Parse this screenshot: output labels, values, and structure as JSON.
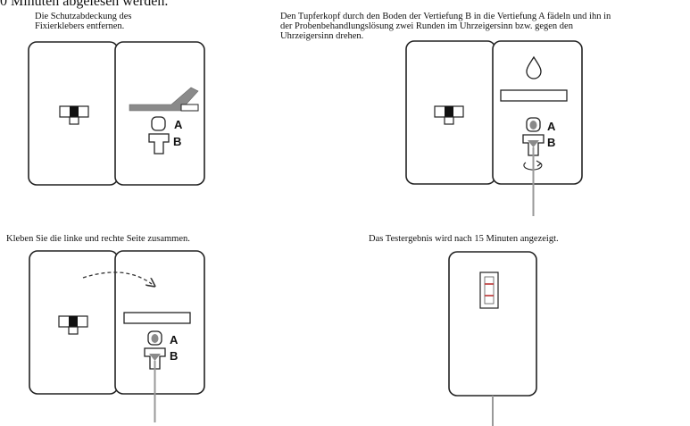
{
  "header_clipped": "0 Minuten abgelesen werden.",
  "steps": [
    {
      "text": "Die Schutzabdeckung des\nFixierklebers entfernen."
    },
    {
      "text": "Den Tupferkopf durch den Boden der Vertiefung B in die Vertiefung A fädeln und ihn in\nder Probenbehandlungslösung zwei Runden im Uhrzeigersinn bzw. gegen den \nUhrzeigersinn drehen."
    },
    {
      "text": "Kleben Sie die linke und rechte Seite zusammen."
    },
    {
      "text": "Das Testergebnis wird nach 15 Minuten angezeigt."
    }
  ],
  "labels": {
    "a": "A",
    "b": "B"
  }
}
